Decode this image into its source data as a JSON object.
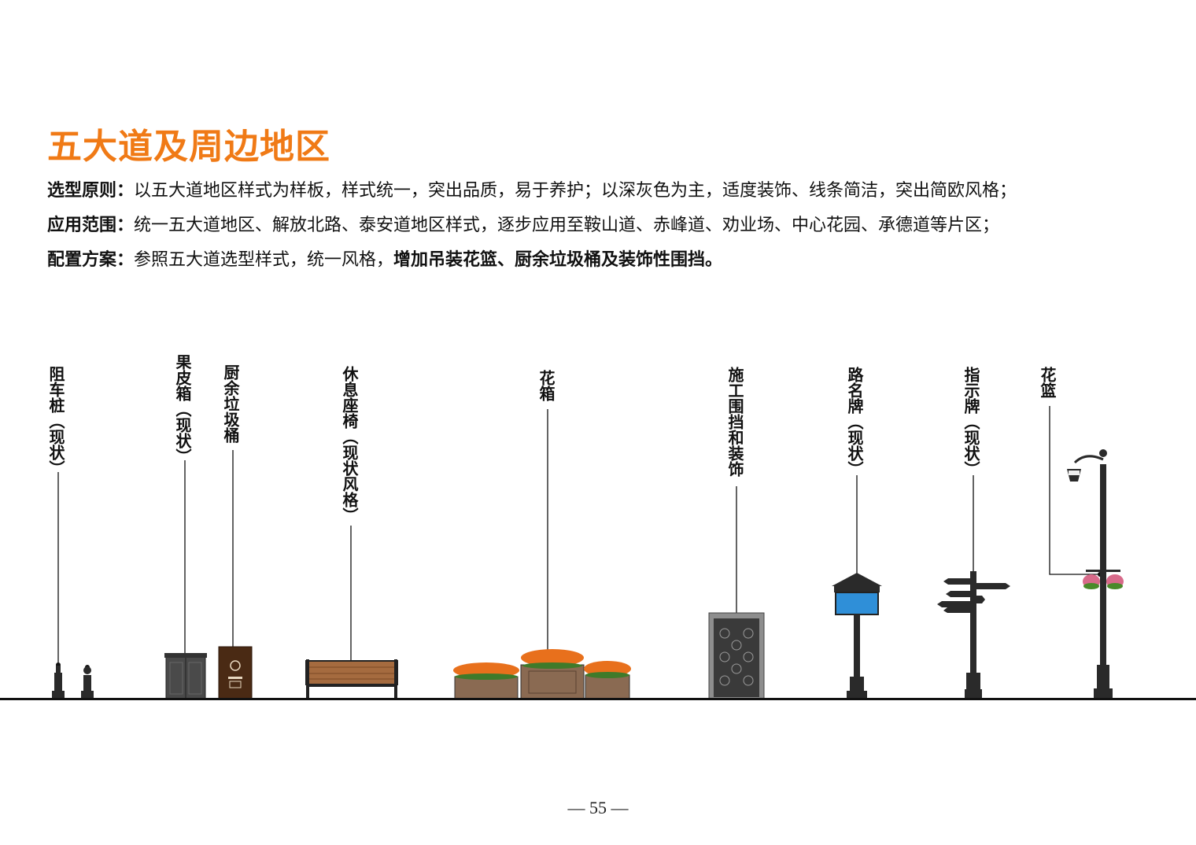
{
  "title": "五大道及周边地区",
  "principles": {
    "selection_label": "选型原则：",
    "selection_text": "以五大道地区样式为样板，样式统一，突出品质，易于养护；以深灰色为主，适度装饰、线条简洁，突出简欧风格；",
    "scope_label": "应用范围：",
    "scope_text": "统一五大道地区、解放北路、泰安道地区样式，逐步应用至鞍山道、赤峰道、劝业场、中心花园、承德道等片区；",
    "config_label": "配置方案：",
    "config_text": "参照五大道选型样式，统一风格，",
    "config_bold": "增加吊装花篮、厨余垃圾桶及装饰性围挡。"
  },
  "elements": [
    {
      "label": "阻车桩（现状）"
    },
    {
      "label": "果皮箱（现状）"
    },
    {
      "label": "厨余垃圾桶"
    },
    {
      "label": "休息座椅（现状风格）"
    },
    {
      "label": "花箱"
    },
    {
      "label": "施工围挡和装饰"
    },
    {
      "label": "路名牌（现状）"
    },
    {
      "label": "指示牌（现状）"
    },
    {
      "label": "花篮"
    }
  ],
  "colors": {
    "accent": "#f07a16",
    "furniture": "#3a3a3a",
    "bin_brown": "#4a2a14",
    "flower": "#e8701c",
    "sign_blue": "#2f8fd8"
  },
  "page_number": "— 55 —"
}
